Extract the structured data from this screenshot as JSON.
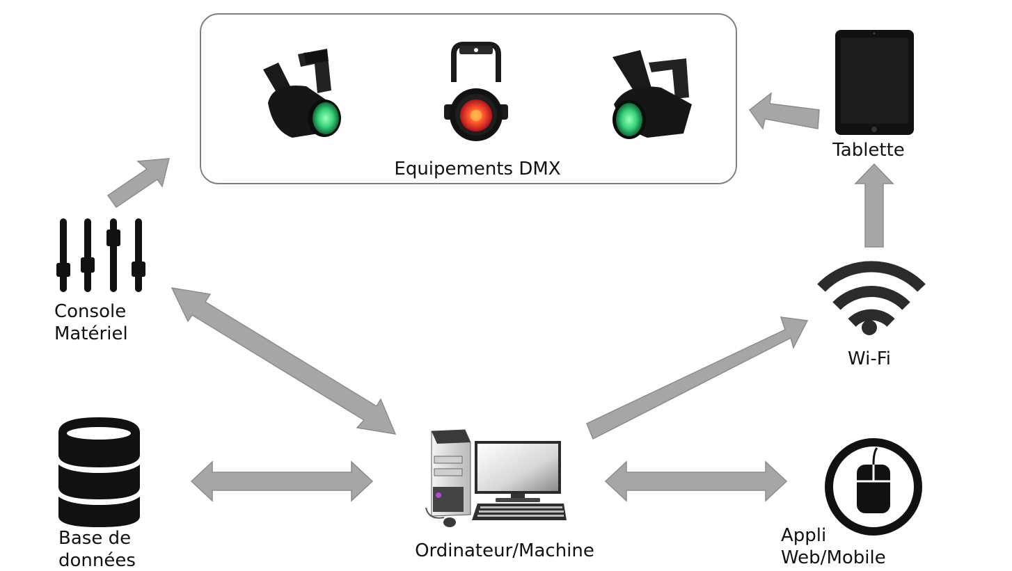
{
  "diagram": {
    "dmx_group": {
      "label": "Equipements DMX"
    },
    "nodes": {
      "console": {
        "line1": "Console",
        "line2": "Matériel",
        "icon": "mixer-faders-icon"
      },
      "database": {
        "line1": "Base de",
        "line2": "données",
        "icon": "database-icon"
      },
      "computer": {
        "label": "Ordinateur/Machine",
        "icon": "desktop-computer-icon"
      },
      "tablet": {
        "label": "Tablette",
        "icon": "tablet-icon"
      },
      "wifi": {
        "label": "Wi-Fi",
        "icon": "wifi-icon"
      },
      "app": {
        "line1": "Appli",
        "line2": "Web/Mobile",
        "icon": "mouse-circle-icon"
      }
    },
    "colors": {
      "arrow": "#a6a6a6",
      "icon": "#111111",
      "led_green": "#39d37a",
      "led_red": "#ff3b2f",
      "group_border": "#7f7f7f"
    }
  }
}
